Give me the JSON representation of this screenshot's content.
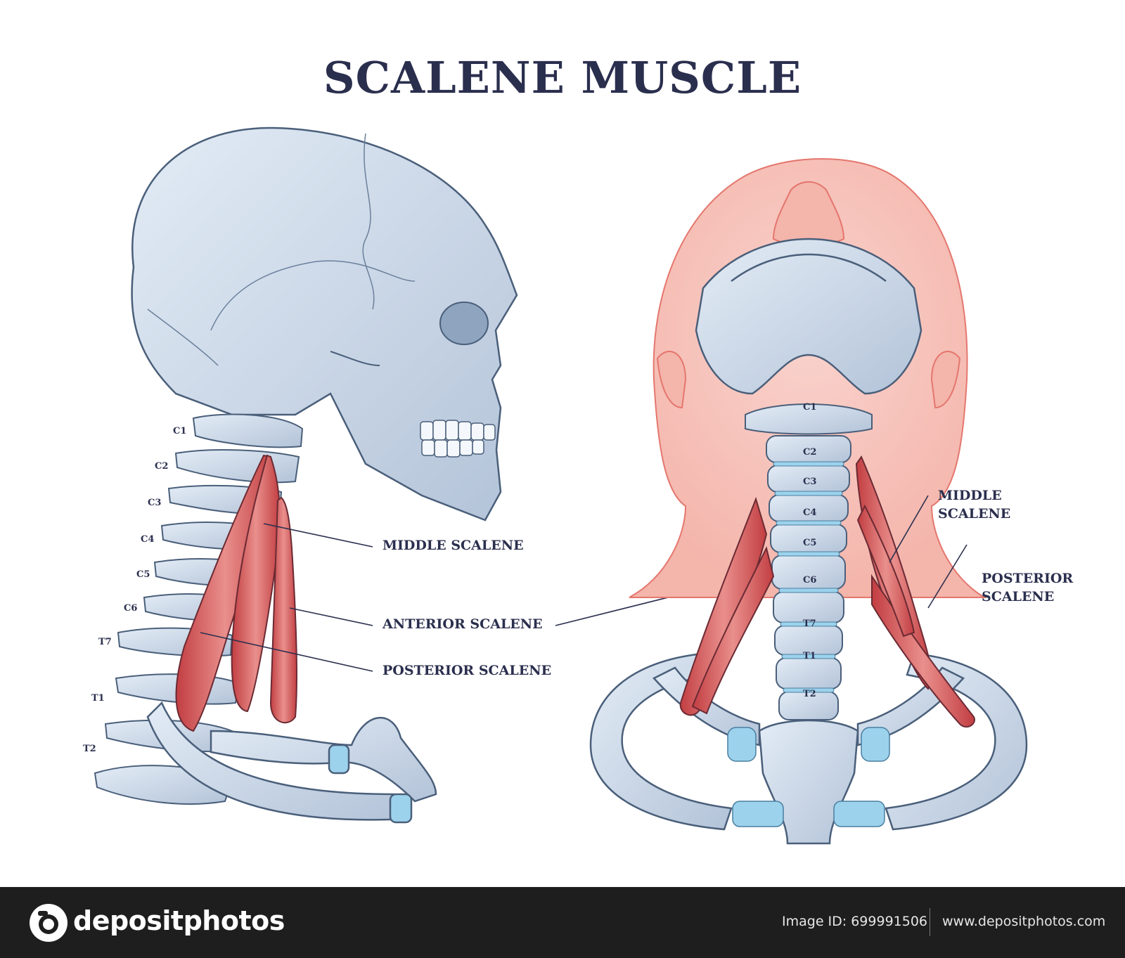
{
  "title": "SCALENE MUSCLE",
  "side_view": {
    "vertebrae": [
      "C1",
      "C2",
      "C3",
      "C4",
      "C5",
      "C6",
      "T7",
      "T1",
      "T2"
    ],
    "labels": {
      "middle": "MIDDLE SCALENE",
      "anterior": "ANTERIOR SCALENE",
      "posterior": "POSTERIOR SCALENE"
    }
  },
  "front_view": {
    "vertebrae": [
      "C1",
      "C2",
      "C3",
      "C4",
      "C5",
      "C6",
      "T7",
      "T1",
      "T2"
    ],
    "labels": {
      "middle_line1": "MIDDLE",
      "middle_line2": "SCALENE",
      "posterior_line1": "POSTERIOR",
      "posterior_line2": "SCALENE"
    }
  },
  "footer": {
    "brand": "depositphotos",
    "image_id": "Image ID: 699991506",
    "url": "www.depositphotos.com",
    "icon": "camera-logo-icon"
  },
  "colors": {
    "bone": "#c9d6e6",
    "bone_outline": "#4a5f7a",
    "muscle": "#c8474a",
    "muscle_light": "#e88b8a",
    "skin": "#f7c9c2",
    "cartilage": "#9cd2ec",
    "text": "#2b2f4e",
    "footer_bg": "#1e1e1e"
  }
}
